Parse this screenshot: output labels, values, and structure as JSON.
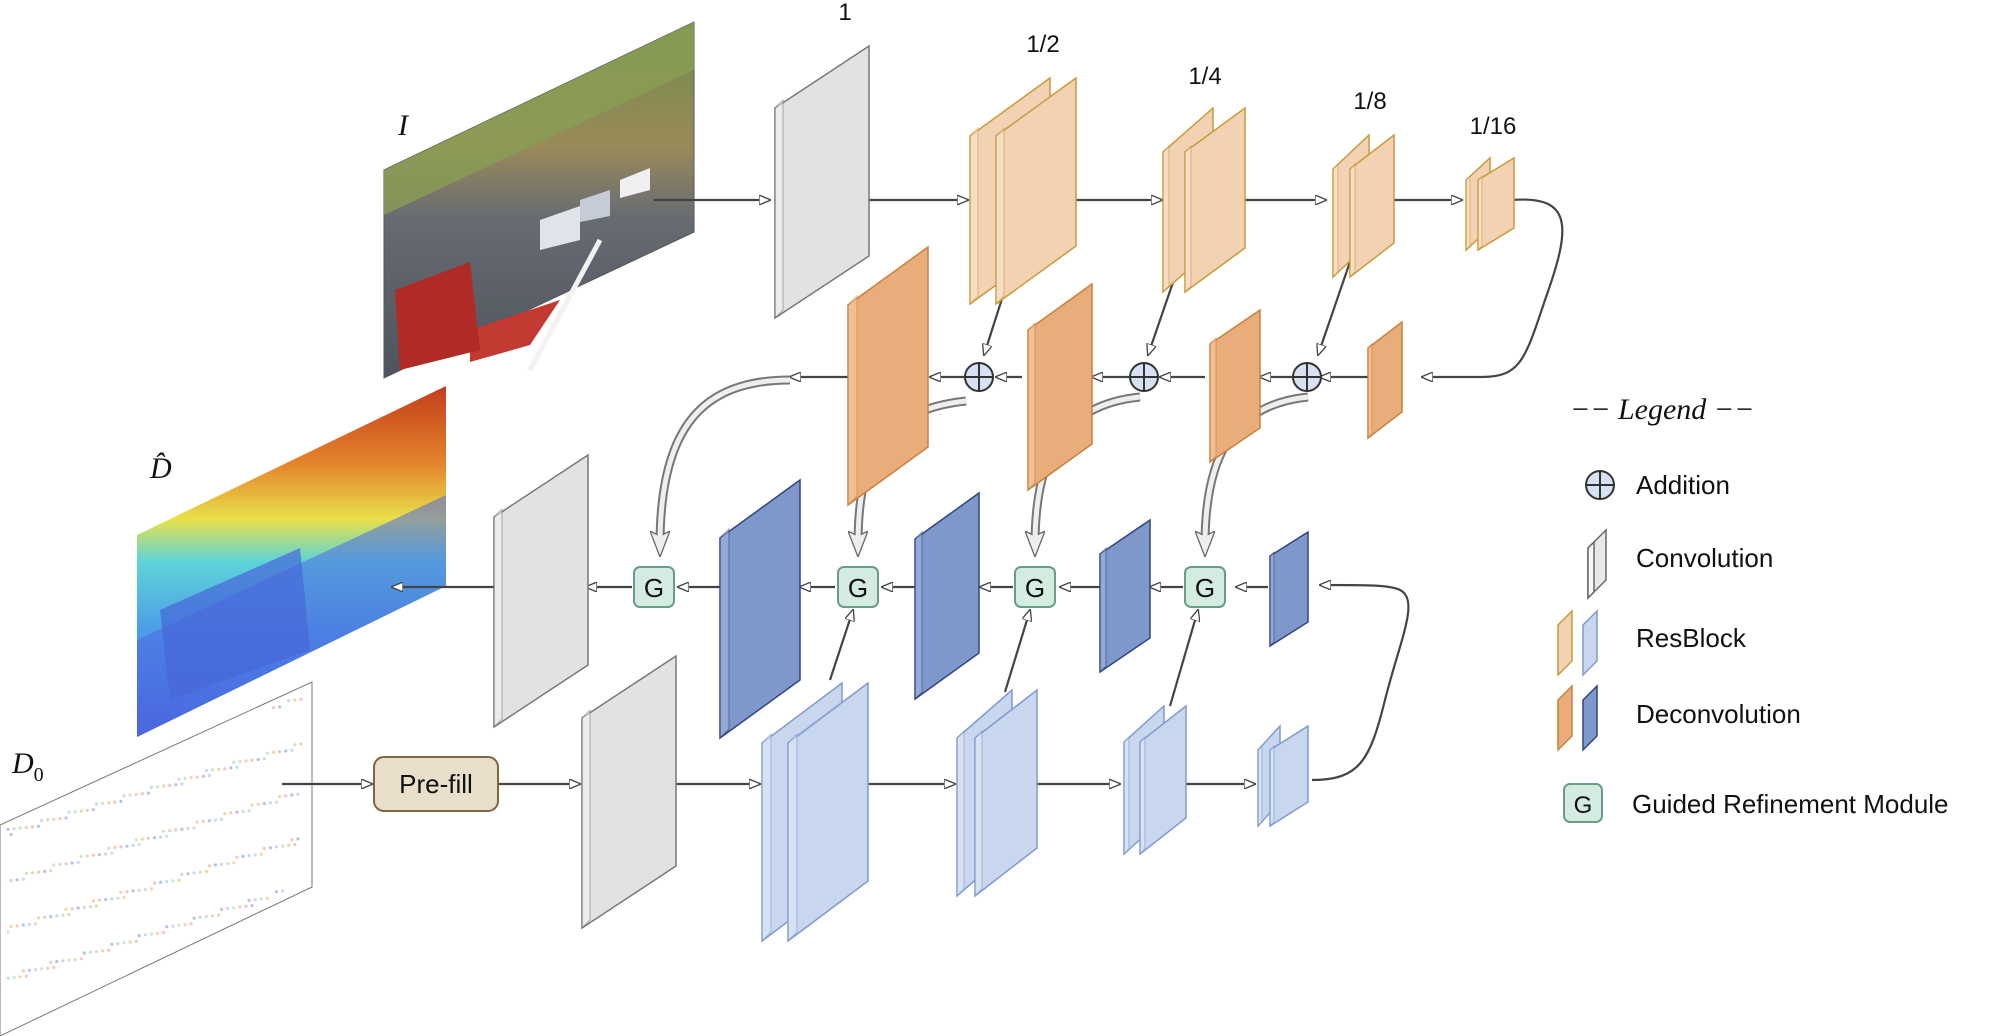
{
  "labels": {
    "image_input": "I",
    "depth_output": "D̂",
    "sparse_input_main": "D",
    "sparse_input_sub": "0",
    "prefill": "Pre-fill",
    "guided": "G"
  },
  "scales": [
    "1",
    "1/2",
    "1/4",
    "1/8",
    "1/16"
  ],
  "legend": {
    "title": "−− Legend −−",
    "items": [
      {
        "key": "addition",
        "label": "Addition"
      },
      {
        "key": "convolution",
        "label": "Convolution"
      },
      {
        "key": "resblock",
        "label": "ResBlock"
      },
      {
        "key": "deconvolution",
        "label": "Deconvolution"
      },
      {
        "key": "guided",
        "label": "Guided Refinement Module"
      }
    ]
  },
  "colors": {
    "conv": "#e2e2e2",
    "resblock_rgb": "#f2d2b2",
    "resblock_rgb_edge": "#c89a3c",
    "deconv_rgb": "#e9ad7b",
    "deconv_rgb_edge": "#c9803a",
    "resblock_depth": "#c8d6ee",
    "resblock_depth_edge": "#7f9acc",
    "deconv_depth": "#7f98cc",
    "deconv_depth_edge": "#33457d",
    "guided_fill": "#d3ebe0",
    "guided_edge": "#6a9c86",
    "prefill_fill": "#e9dfca",
    "prefill_edge": "#7a6844",
    "arrow": "#444444"
  }
}
